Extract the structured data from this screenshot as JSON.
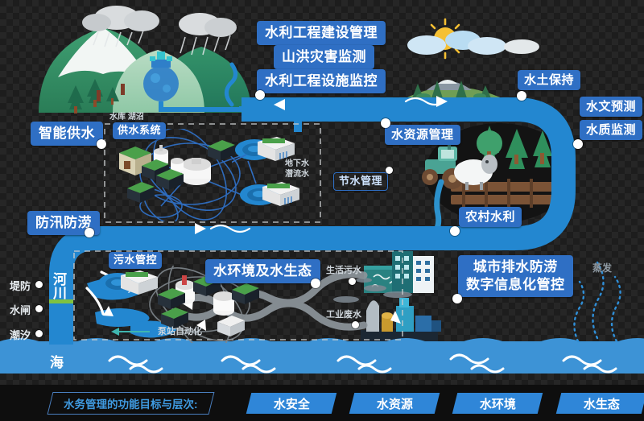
{
  "meta": {
    "title": "水务管理功能目标与层次示意图",
    "type": "infographic-water-management-cycle"
  },
  "colors": {
    "label_blue": "#2f6fc4",
    "river_blue": "#2387d0",
    "sea_blue": "#3d93d6",
    "background": "#1d1d1d",
    "accent_cyan": "#3f9ae0",
    "mountain_green": "#2e8b62",
    "text_white": "#ffffff"
  },
  "top_labels": [
    {
      "id": "construction",
      "text": "水利工程建设管理"
    },
    {
      "id": "flood-monitor",
      "text": "山洪灾害监测"
    },
    {
      "id": "facility-monitor",
      "text": "水利工程设施监控"
    }
  ],
  "right_labels": [
    {
      "id": "soil-conservation",
      "text": "水土保持"
    },
    {
      "id": "hydrology-forecast",
      "text": "水文预测"
    },
    {
      "id": "water-quality",
      "text": "水质监测"
    }
  ],
  "left_labels": [
    {
      "id": "smart-supply",
      "text": "智能供水"
    },
    {
      "id": "flood-control",
      "text": "防汛防涝"
    }
  ],
  "section_labels": [
    {
      "id": "supply-system",
      "text": "供水系统"
    },
    {
      "id": "water-resource-mgmt",
      "text": "水资源管理"
    },
    {
      "id": "rural-water",
      "text": "农村水利"
    },
    {
      "id": "sewage-control",
      "text": "污水管控"
    },
    {
      "id": "water-env-eco",
      "text": "水环境及水生态"
    }
  ],
  "outline_labels": [
    {
      "id": "water-saving",
      "text": "节水管理"
    }
  ],
  "multiline_labels": [
    {
      "id": "urban-drainage",
      "line1": "城市排水防涝",
      "line2": "数字信息化管控"
    }
  ],
  "plain_labels": [
    {
      "id": "reservoir",
      "text": "水库 湖沼"
    },
    {
      "id": "groundwater",
      "line1": "地下水",
      "line2": "潜流水"
    },
    {
      "id": "pump-automation",
      "text": "泵站自动化"
    },
    {
      "id": "domestic-sewage",
      "text": "生活污水"
    },
    {
      "id": "industrial-waste",
      "text": "工业废水"
    },
    {
      "id": "evaporation",
      "text": "蒸发"
    },
    {
      "id": "river-vertical",
      "text": "河川"
    },
    {
      "id": "sea",
      "text": "海"
    }
  ],
  "coast_items": [
    {
      "id": "levee",
      "text": "堤防"
    },
    {
      "id": "sluice",
      "text": "水闸"
    },
    {
      "id": "tide",
      "text": "潮汐"
    }
  ],
  "footer": {
    "heading": "水务管理的功能目标与层次:",
    "items": [
      {
        "id": "water-safety",
        "text": "水安全"
      },
      {
        "id": "water-resources",
        "text": "水资源"
      },
      {
        "id": "water-environment",
        "text": "水环境"
      },
      {
        "id": "water-ecology",
        "text": "水生态"
      }
    ]
  }
}
